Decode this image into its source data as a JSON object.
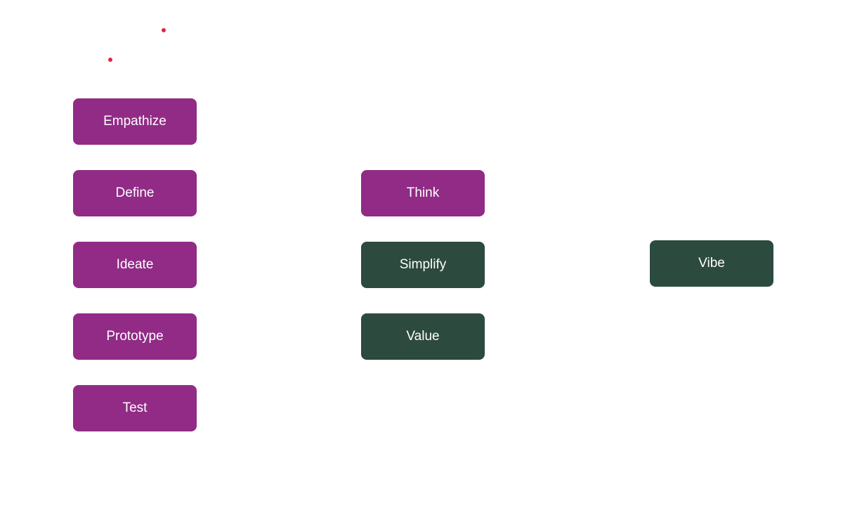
{
  "colors": {
    "purple": "#912b86",
    "green": "#2c4a3e",
    "accent_dot": "#e0264a"
  },
  "logo_marks": [
    "dot",
    "dot"
  ],
  "design_thinking": [
    "Empathize",
    "Define",
    "Ideate",
    "Prototype",
    "Test"
  ],
  "middle": [
    "Think",
    "Simplify",
    "Value"
  ],
  "right": [
    "Vibe"
  ]
}
